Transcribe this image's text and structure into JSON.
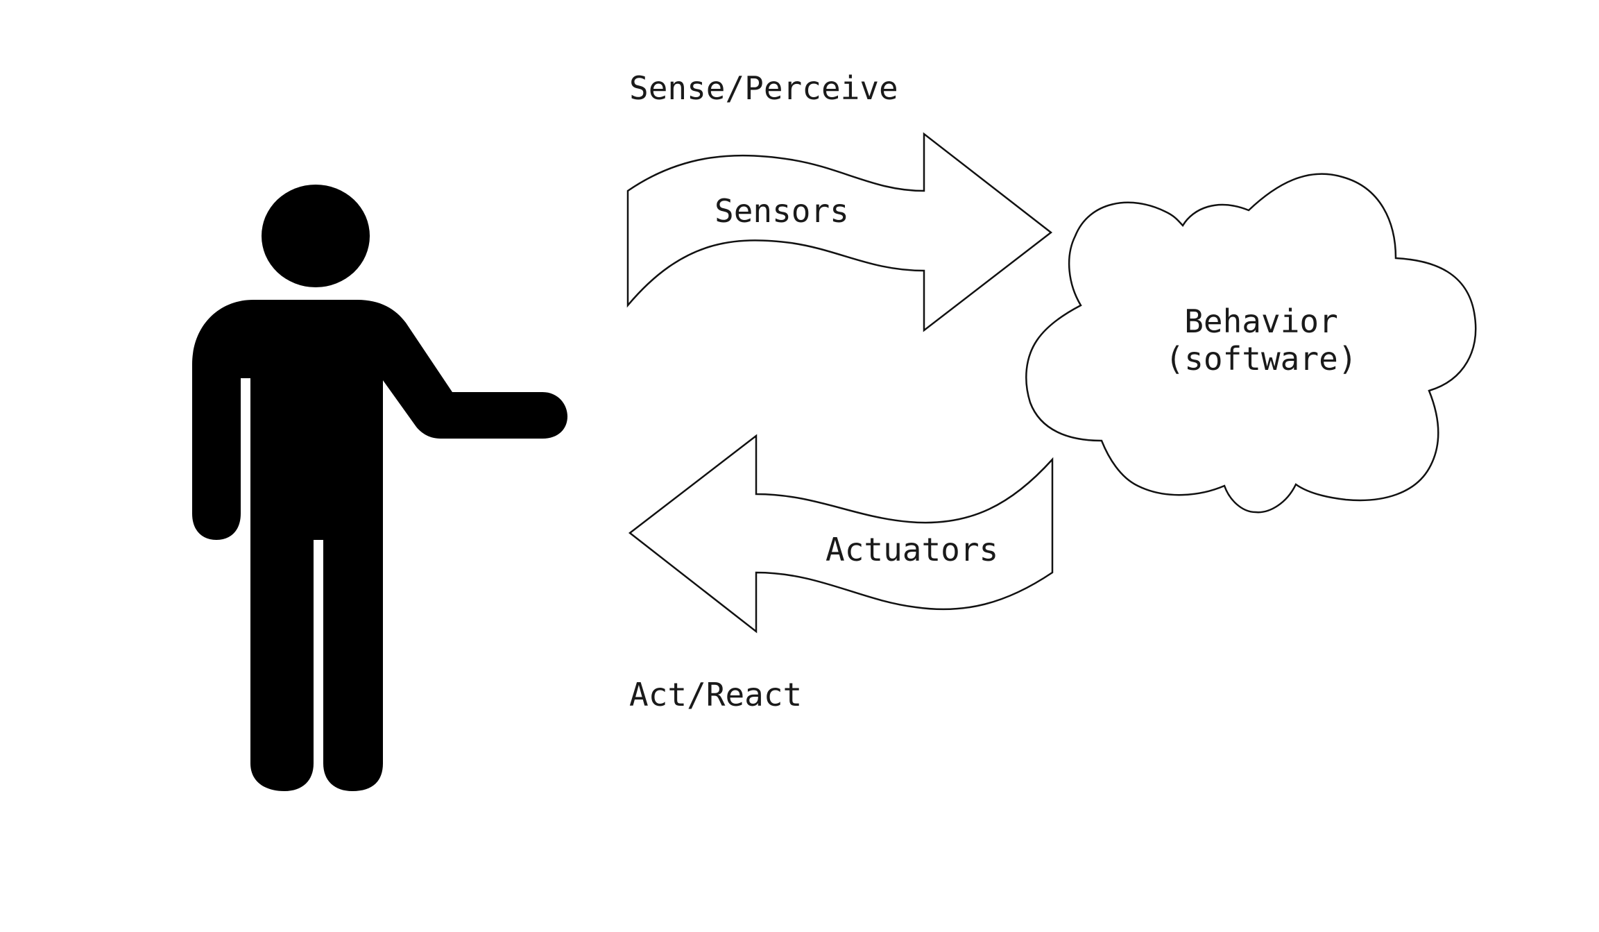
{
  "labels": {
    "sense": "Sense/Perceive",
    "sensors": "Sensors",
    "behavior_line1": "Behavior",
    "behavior_line2": "(software)",
    "actuators": "Actuators",
    "act": "Act/React"
  },
  "colors": {
    "background": "#ffffff",
    "figure": "#000000",
    "outline": "#111111",
    "text": "#1a1a1a"
  },
  "icons": {
    "person": "person-pointing-icon",
    "sensors_arrow": "wavy-arrow-right",
    "actuators_arrow": "wavy-arrow-left",
    "behavior_cloud": "cloud-shape"
  }
}
